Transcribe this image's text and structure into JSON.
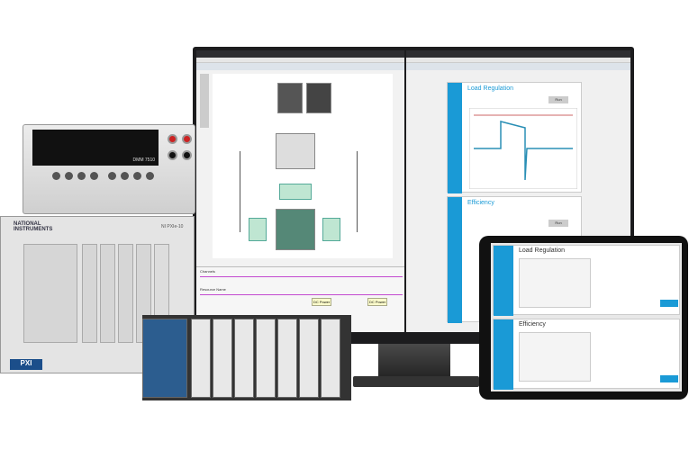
{
  "monitor": {
    "diagram": {
      "bus_labels": [
        "Channels",
        "Resource Name"
      ],
      "nodes": [
        "DC Power",
        "DC Power"
      ]
    },
    "app": {
      "panels": [
        {
          "title": "Load Regulation",
          "button": "Run"
        },
        {
          "title": "Efficiency",
          "button": "Run"
        }
      ]
    }
  },
  "dmm": {
    "model": "DMM 7510"
  },
  "pxi": {
    "brand": "NATIONAL INSTRUMENTS",
    "model": "NI PXIe-10",
    "logo": "PXI"
  },
  "tablet": {
    "panels": [
      {
        "title": "Load Regulation"
      },
      {
        "title": "Efficiency"
      }
    ]
  },
  "colors": {
    "accent": "#1a9ad6",
    "wire": "#c34bd0",
    "trace": "#2a8fb5"
  }
}
